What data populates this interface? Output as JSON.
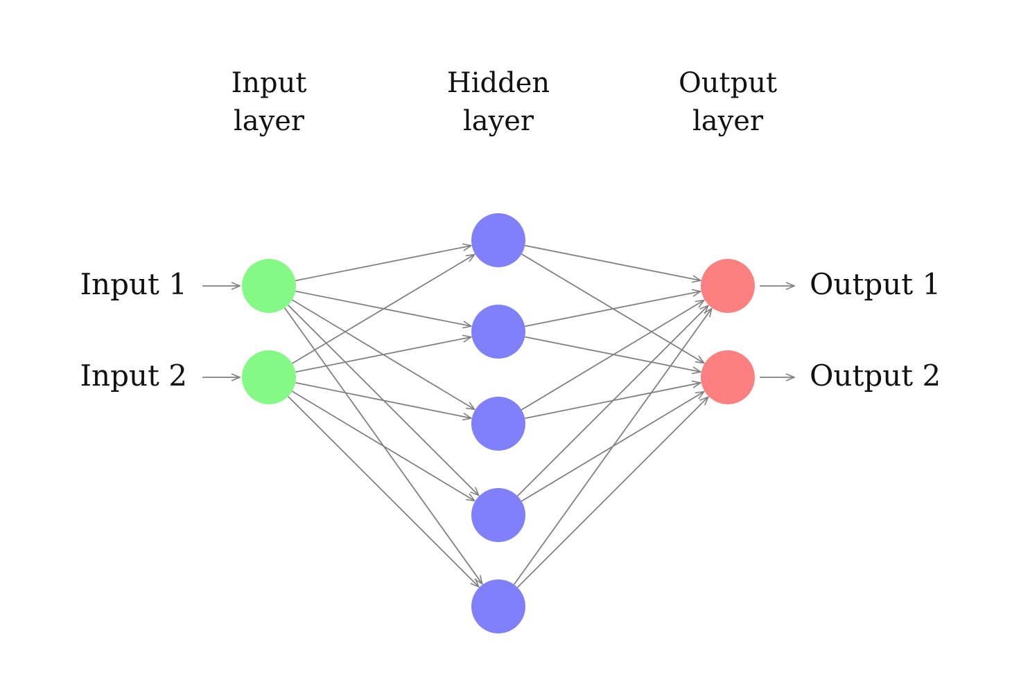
{
  "layers": [
    {
      "title_line1": "Input",
      "title_line2": "layer",
      "node_count": 2,
      "color": "#85f985"
    },
    {
      "title_line1": "Hidden",
      "title_line2": "layer",
      "node_count": 5,
      "color": "#8080fb"
    },
    {
      "title_line1": "Output",
      "title_line2": "layer",
      "node_count": 2,
      "color": "#fc8080"
    }
  ],
  "inputs": [
    "Input 1",
    "Input 2"
  ],
  "outputs": [
    "Output 1",
    "Output 2"
  ],
  "edge_color": "#808080",
  "connectivity": "fully-connected"
}
